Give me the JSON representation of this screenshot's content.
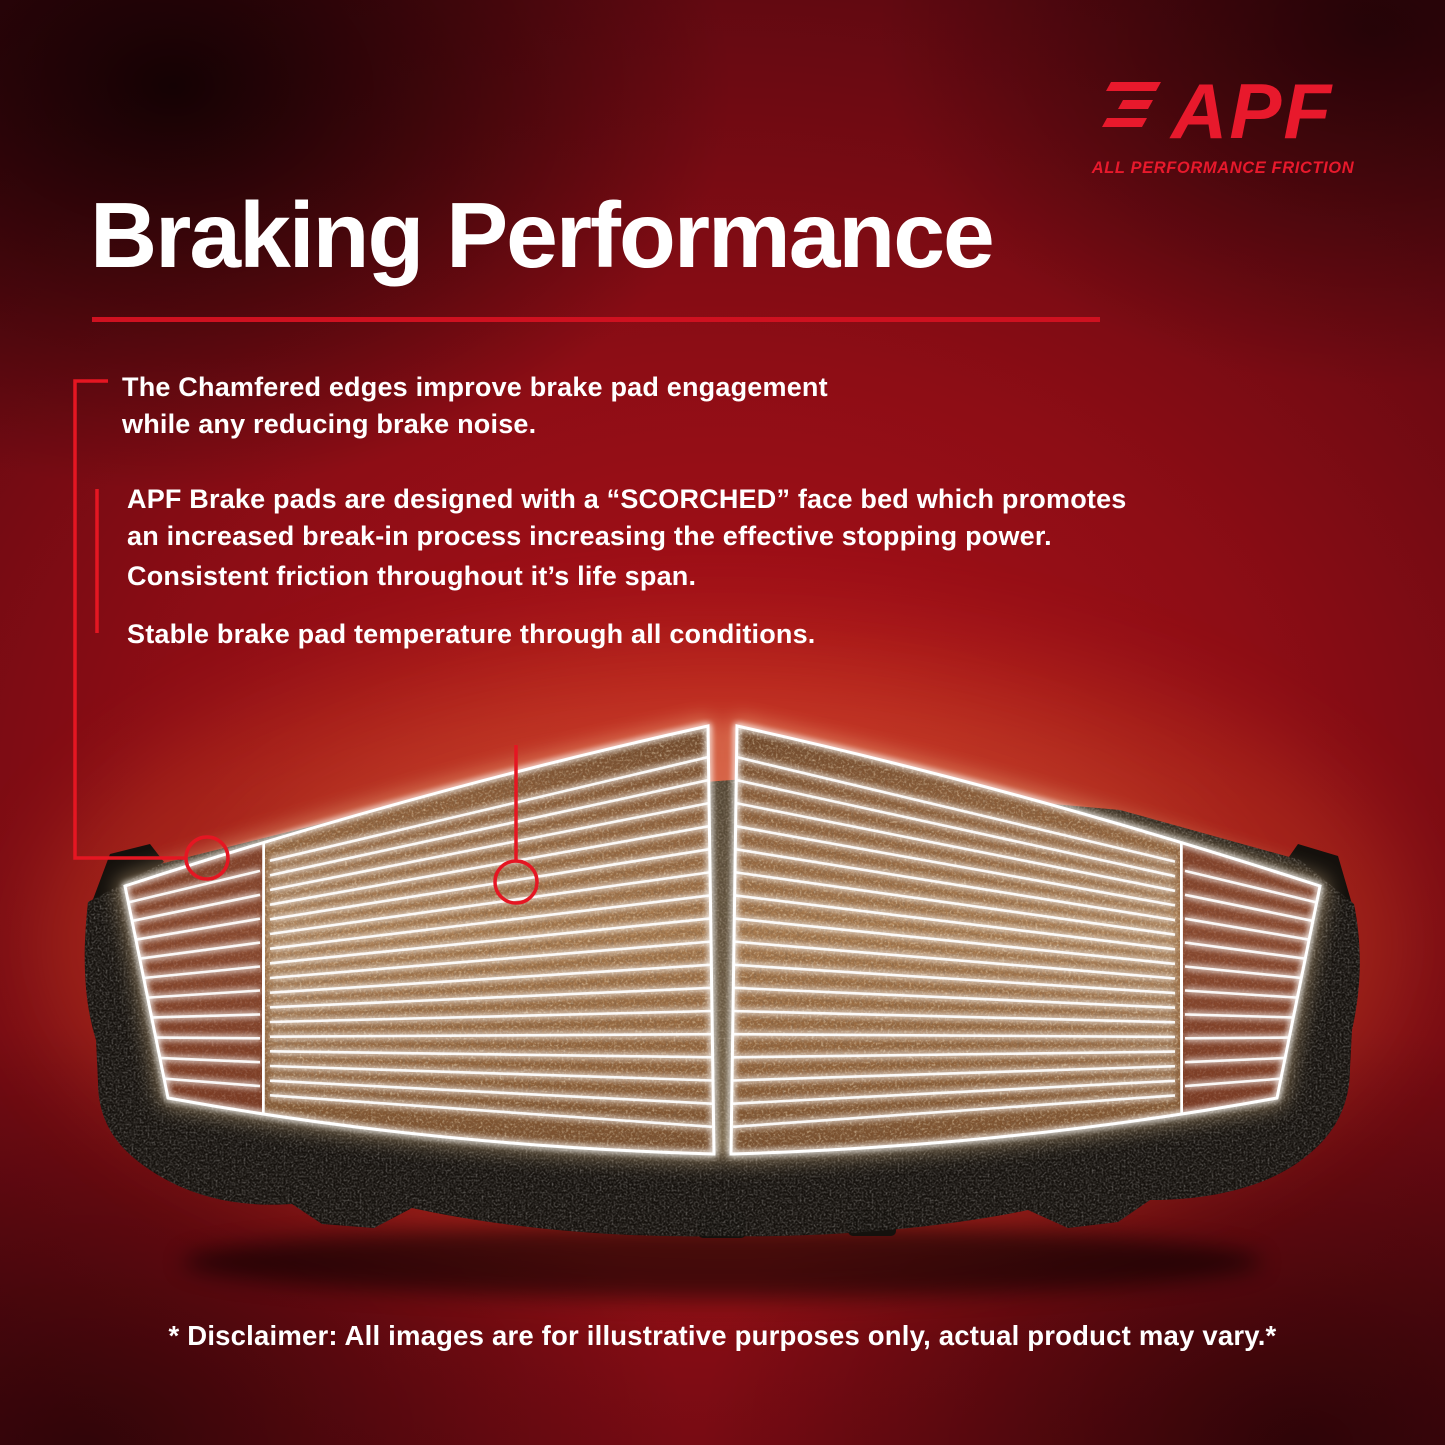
{
  "brand": {
    "name": "APF",
    "tagline": "ALL PERFORMANCE FRICTION"
  },
  "title": "Braking Performance",
  "callouts": [
    {
      "text": "The Chamfered edges improve brake pad engagement\nwhile any reducing brake noise."
    },
    {
      "text": "APF Brake pads are designed with a “SCORCHED” face bed which promotes\nan increased break-in process increasing the effective stopping power."
    },
    {
      "text": "Consistent friction throughout it’s life span."
    },
    {
      "text": "Stable brake pad temperature through all conditions."
    }
  ],
  "disclaimer": "* Disclaimer: All images are for illustrative purposes only, actual product may vary.*",
  "illustration": {
    "subject": "Two brake pads with scorched friction surface, glowing groove lines, chamfered ends and black backing plate"
  },
  "colors": {
    "accent_red": "#e8192c",
    "underline_red": "#cf1120",
    "background_red": "#a6101b",
    "text_white": "#ffffff"
  }
}
